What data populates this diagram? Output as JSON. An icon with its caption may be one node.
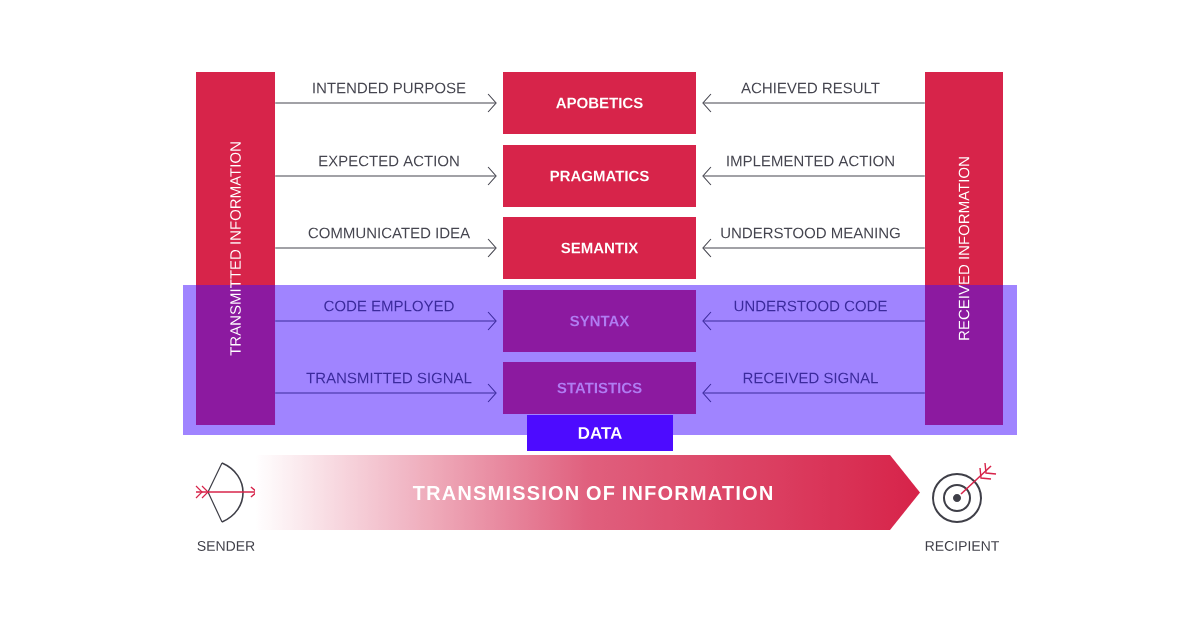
{
  "diagram": {
    "nodes": [
      {
        "text": [
          "TRANSMITTED INFORMATION"
        ]
      },
      {
        "text": [
          "RECEIVED INFORMATION"
        ]
      },
      {
        "text": [
          "DATA"
        ]
      },
      {
        "text": [
          "APOBETICS"
        ]
      },
      {
        "text": [
          "PRAGMATICS"
        ]
      },
      {
        "text": [
          "SEMANTIX"
        ]
      },
      {
        "text": [
          "SYNTAX"
        ],
        "in": 2
      },
      {
        "text": [
          "STATISTICS"
        ],
        "in": 2
      },
      {
        "text": [],
        "shape": "picture",
        "beside": [
          "SENDER"
        ]
      },
      {
        "text": [
          "TRANSMISSION OF INFORMATION"
        ]
      },
      {
        "text": [],
        "shape": "picture",
        "beside": [
          "RECIPIENT"
        ]
      }
    ],
    "edges": [
      {
        "from": 0,
        "to": 3,
        "arrow": "to",
        "label": "INTENDED PURPOSE"
      },
      {
        "from": 1,
        "to": 3,
        "arrow": "to",
        "label": "ACHIEVED RESULT"
      },
      {
        "from": 0,
        "to": 4,
        "arrow": "to",
        "label": "EXPECTED ACTION"
      },
      {
        "from": 1,
        "to": 4,
        "arrow": "to",
        "label": "IMPLEMENTED ACTION"
      },
      {
        "from": 0,
        "to": 5,
        "arrow": "to",
        "label": "COMMUNICATED IDEA"
      },
      {
        "from": 1,
        "to": 5,
        "arrow": "to",
        "label": "UNDERSTOOD MEANING"
      },
      {
        "from": 0,
        "to": 6,
        "arrow": "to",
        "label": "CODE EMPLOYED",
        "color": "#3b2a9c"
      },
      {
        "from": 1,
        "to": 6,
        "arrow": "to",
        "label": "UNDERSTOOD CODE",
        "color": "#3b2a9c"
      },
      {
        "from": 0,
        "to": 7,
        "arrow": "to",
        "label": "TRANSMITTED SIGNAL",
        "color": "#3b2a9c"
      },
      {
        "from": 1,
        "to": 7,
        "arrow": "to",
        "label": "RECEIVED SIGNAL",
        "color": "#3b2a9c"
      }
    ]
  }
}
